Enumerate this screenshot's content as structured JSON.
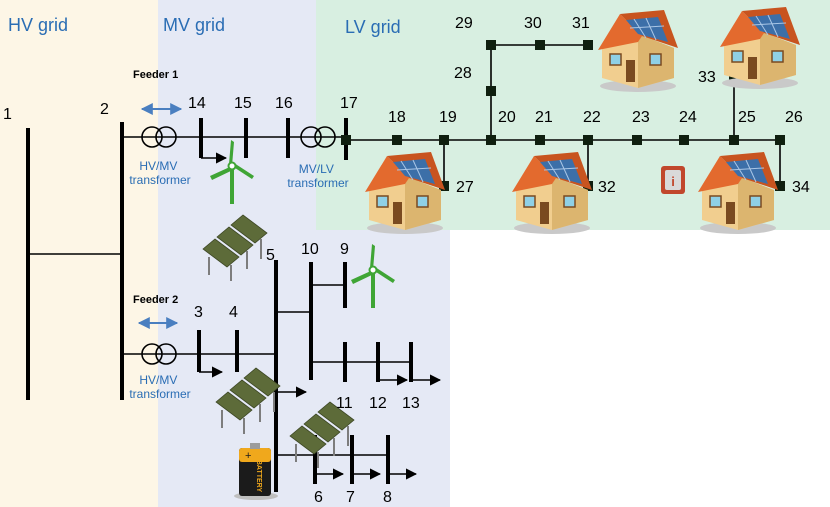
{
  "regions": {
    "hv": {
      "label": "HV grid",
      "color": "#fdf6e6"
    },
    "mv": {
      "label": "MV grid",
      "color": "#e5e9f5"
    },
    "lv": {
      "label": "LV grid",
      "color": "#d8efe1"
    }
  },
  "feeders": {
    "feeder1": "Feeder 1",
    "feeder2": "Feeder 2"
  },
  "transformers": {
    "hvmv1": [
      "HV/MV",
      "transformer"
    ],
    "mvlv": [
      "MV/LV",
      "transformer"
    ],
    "hvmv2": [
      "HV/MV",
      "transformer"
    ]
  },
  "buses": {
    "b1": "1",
    "b2": "2",
    "b3": "3",
    "b4": "4",
    "b5": "5",
    "b6": "6",
    "b7": "7",
    "b8": "8",
    "b9": "9",
    "b10": "10",
    "b11": "11",
    "b12": "12",
    "b13": "13",
    "b14": "14",
    "b15": "15",
    "b16": "16",
    "b17": "17",
    "b18": "18",
    "b19": "19",
    "b20": "20",
    "b21": "21",
    "b22": "22",
    "b23": "23",
    "b24": "24",
    "b25": "25",
    "b26": "26",
    "b27": "27",
    "b28": "28",
    "b29": "29",
    "b30": "30",
    "b31": "31",
    "b32": "32",
    "b33": "33",
    "b34": "34"
  },
  "battery_text": "BATTERY",
  "icons": {
    "wind": "wind-turbine-icon",
    "solar": "solar-panel-icon",
    "house": "house-icon",
    "battery": "battery-icon",
    "switch": "switch-icon",
    "arrow": "double-arrow-icon"
  },
  "colors": {
    "line": "#000000",
    "accent": "#2a6db4",
    "turbine": "#3fa535",
    "roof": "#e36a2e",
    "wall": "#f1ce8f",
    "panel": "#5d6b39",
    "battery_body": "#1b1b1b",
    "battery_top": "#f0a81c"
  }
}
